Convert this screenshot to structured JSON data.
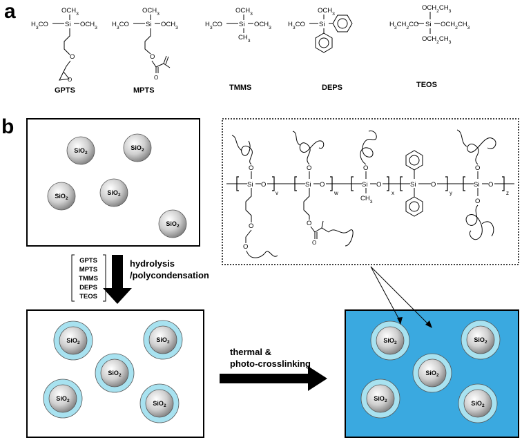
{
  "panel_a": {
    "label": "a",
    "compounds": [
      {
        "name": "GPTS"
      },
      {
        "name": "MPTS"
      },
      {
        "name": "TMMS"
      },
      {
        "name": "DEPS"
      },
      {
        "name": "TEOS"
      }
    ],
    "atoms": {
      "ome": "OCH3",
      "meo": "H3CO",
      "oet": "OCH2CH3",
      "eto": "H3CH2CO",
      "ch3": "CH3",
      "si": "Si",
      "o": "O"
    }
  },
  "panel_b": {
    "label": "b",
    "particle_label": "SiO2",
    "precursor_list": [
      "GPTS",
      "MPTS",
      "TMMS",
      "DEPS",
      "TEOS"
    ],
    "step1_text": [
      "hydrolysis",
      "/polycondensation"
    ],
    "step2_text": [
      "thermal &",
      "photo-crosslinking"
    ],
    "network": {
      "si": "Si",
      "o": "O",
      "ch3": "CH3",
      "subscripts": [
        "v",
        "w",
        "x",
        "y",
        "z"
      ]
    },
    "colors": {
      "matrix_fill": "#3aa9e0",
      "shell_fill": "#a8e2f0",
      "particle_light": "#ffffff",
      "particle_dark": "#8a8a8a"
    }
  }
}
